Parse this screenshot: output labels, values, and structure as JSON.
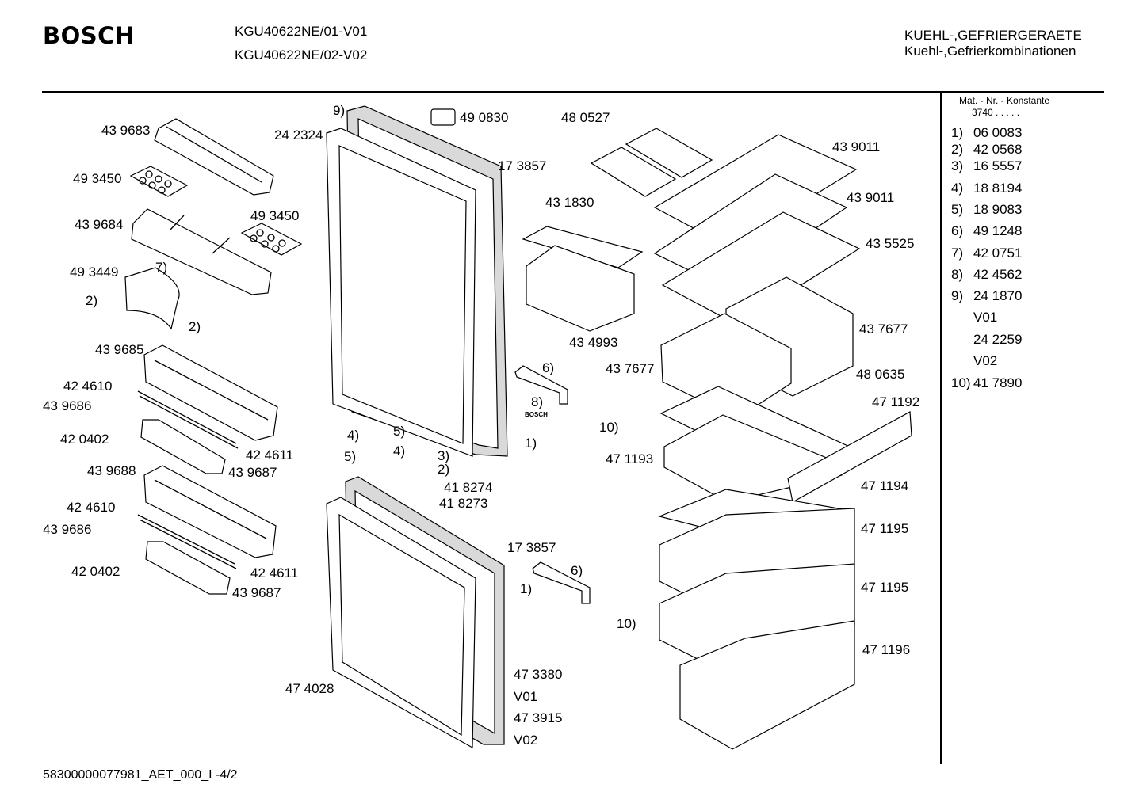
{
  "header": {
    "brand": "BOSCH",
    "models": [
      "KGU40622NE/01-V01",
      "KGU40622NE/02-V02"
    ],
    "category": [
      "KUEHL-,GEFRIERGERAETE",
      "Kuehl-,Gefrierkombinationen"
    ]
  },
  "legend": {
    "heading": "Mat. - Nr. - Konstante",
    "sub": "3740 . . . . .",
    "items": [
      {
        "key": "1)",
        "value": "06 0083"
      },
      {
        "key": "2)",
        "value": "42 0568"
      },
      {
        "key": "3)",
        "value": "16 5557"
      },
      {
        "key": "4)",
        "value": "18 8194"
      },
      {
        "key": "5)",
        "value": "18 9083"
      },
      {
        "key": "6)",
        "value": "49 1248"
      },
      {
        "key": "7)",
        "value": "42 0751"
      },
      {
        "key": "8)",
        "value": "42 4562"
      },
      {
        "key": "9)",
        "value": "24 1870"
      },
      {
        "key": "",
        "value": "V01"
      },
      {
        "key": "",
        "value": "24 2259"
      },
      {
        "key": "",
        "value": "V02"
      },
      {
        "key": "10)",
        "value": "41 7890"
      }
    ]
  },
  "labels": {
    "l439683": "43 9683",
    "l493450a": "49 3450",
    "l439684": "43 9684",
    "l493450b": "49 3450",
    "l493449": "49 3449",
    "l7a": "7)",
    "l2a": "2)",
    "l2b": "2)",
    "l439685": "43 9685",
    "l424610a": "42 4610",
    "l439686a": "43 9686",
    "l420402a": "42 0402",
    "l424611a": "42 4611",
    "l439687a": "43 9687",
    "l439688": "43 9688",
    "l424610b": "42 4610",
    "l439686b": "43 9686",
    "l420402b": "42 0402",
    "l424611b": "42 4611",
    "l439687b": "43 9687",
    "l9": "9)",
    "l242324": "24 2324",
    "l490830": "49 0830",
    "l173857a": "17 3857",
    "l480527": "48 0527",
    "l431830": "43 1830",
    "l434993": "43 4993",
    "l439011a": "43 9011",
    "l439011b": "43 9011",
    "l435525": "43 5525",
    "l437677a": "43 7677",
    "l437677b": "43 7677",
    "l480635": "48 0635",
    "l471192": "47 1192",
    "l471193": "47 1193",
    "l471194": "47 1194",
    "l471195a": "47 1195",
    "l471195b": "47 1195",
    "l471196": "47 1196",
    "l6a": "6)",
    "l8": "8)",
    "lbosch": "BOSCH",
    "l10a": "10)",
    "l1a": "1)",
    "l4a": "4)",
    "l5a": "5)",
    "l5b": "5)",
    "l4b": "4)",
    "l3": "3)",
    "l2c": "2)",
    "l418274": "41 8274",
    "l418273": "41 8273",
    "l173857b": "17 3857",
    "l6b": "6)",
    "l1b": "1)",
    "l10b": "10)",
    "l474028": "47 4028",
    "l473380": "47 3380",
    "lv01": "V01",
    "l473915": "47 3915",
    "lv02": "V02"
  },
  "footer": "58300000077981_AET_000_I  -4/2"
}
